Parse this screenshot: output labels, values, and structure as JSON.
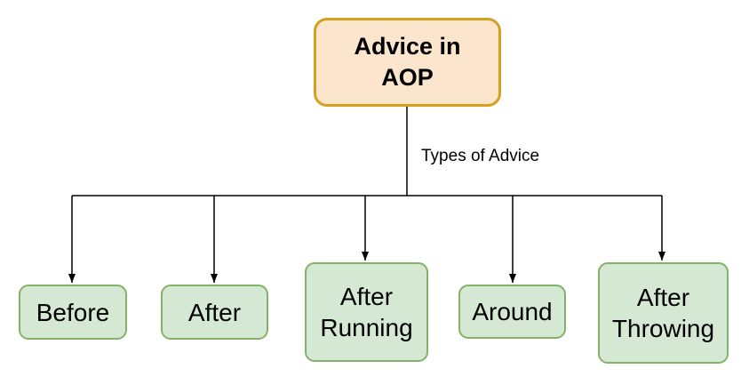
{
  "diagram": {
    "root": {
      "label": "Advice in AOP"
    },
    "edge_label": "Types of Advice",
    "children": [
      {
        "label": "Before"
      },
      {
        "label": "After"
      },
      {
        "label": "After Running"
      },
      {
        "label": "Around"
      },
      {
        "label": "After Throwing"
      }
    ],
    "colors": {
      "root_fill": "#FCE5CD",
      "root_border": "#D4A01D",
      "child_fill": "#D5E8D4",
      "child_border": "#82B366",
      "connector": "#000000",
      "text": "#000000",
      "background": "#FFFFFF"
    }
  }
}
